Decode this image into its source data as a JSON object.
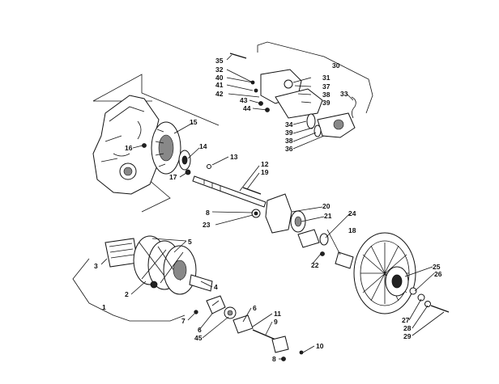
{
  "callouts": {
    "c1": "1",
    "c2": "2",
    "c3": "3",
    "c4": "4",
    "c5": "5",
    "c6a": "6",
    "c6b": "6",
    "c7": "7",
    "c8a": "8",
    "c8b": "8",
    "c9": "9",
    "c10": "10",
    "c11": "11",
    "c12": "12",
    "c13": "13",
    "c14": "14",
    "c15": "15",
    "c16": "16",
    "c17": "17",
    "c18": "18",
    "c19": "19",
    "c20": "20",
    "c21": "21",
    "c22": "22",
    "c23": "23",
    "c24": "24",
    "c25": "25",
    "c26": "26",
    "c27": "27",
    "c28": "28",
    "c29": "29",
    "c30": "30",
    "c31": "31",
    "c32": "32",
    "c33": "33",
    "c34": "34",
    "c35": "35",
    "c36": "36",
    "c37": "37",
    "c38a": "38",
    "c38b": "38",
    "c39a": "39",
    "c39b": "39",
    "c40": "40",
    "c41": "41",
    "c42": "42",
    "c43": "43",
    "c44": "44",
    "c45": "45"
  }
}
